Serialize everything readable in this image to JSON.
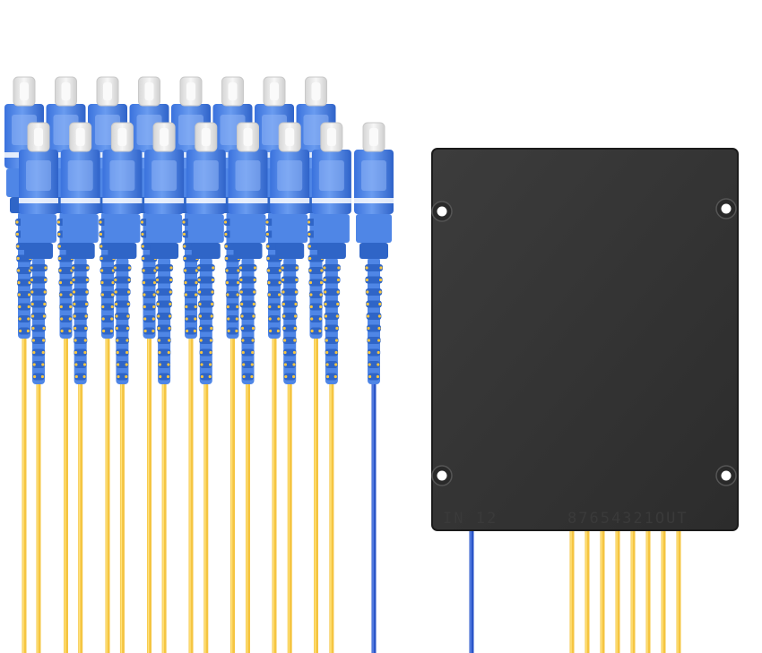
{
  "image": {
    "subject": "PLC fiber optic splitter module with SC connector pigtails",
    "colors": {
      "background": "#ffffff",
      "connector_blue": "#4f86e6",
      "connector_blue_dark": "#2f65c7",
      "connector_blue_light": "#8fb5f5",
      "ferrule": "#e7e7e7",
      "fiber_yellow": "#f5c542",
      "fiber_yellow_light": "#ffe27a",
      "input_fiber_blue": "#2a55c8",
      "module_body": "#333333",
      "module_edge": "#1b1b1b"
    }
  },
  "module": {
    "input_label": "IN 12",
    "output_label": "87654321OUT"
  }
}
